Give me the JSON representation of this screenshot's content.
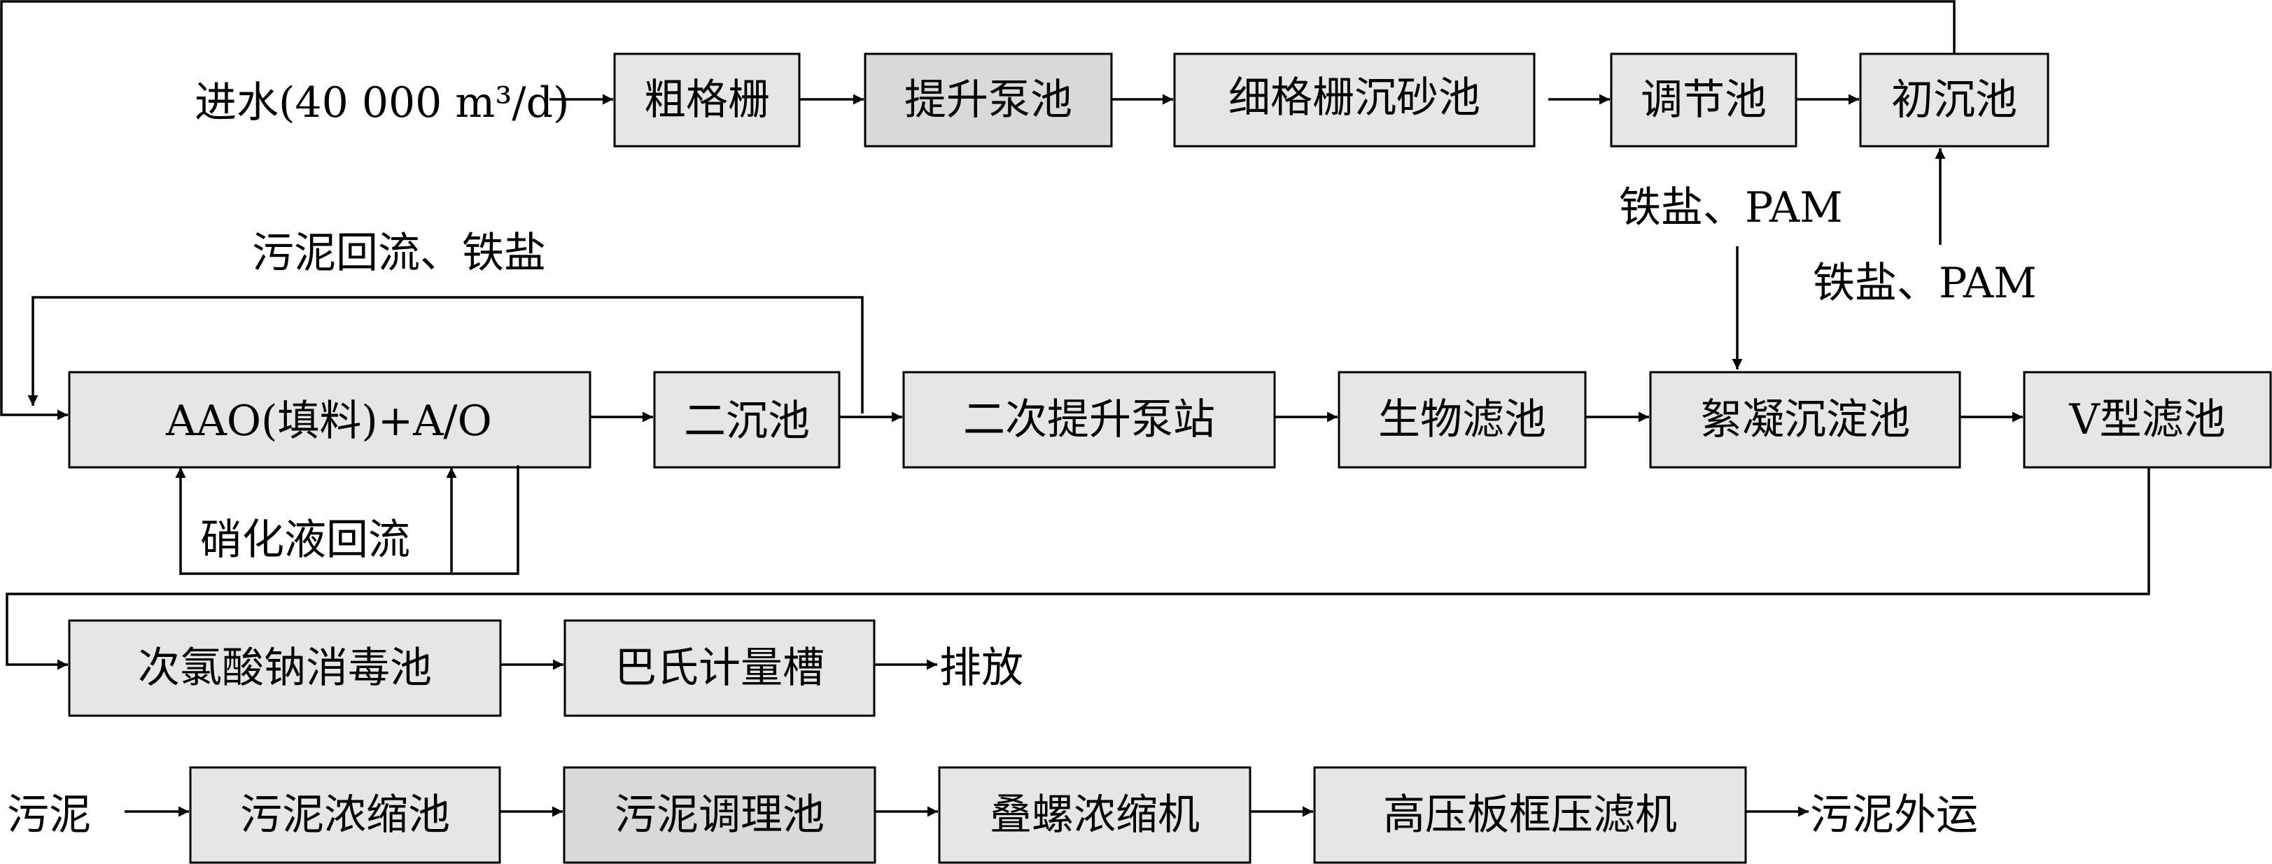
{
  "nodes": {
    "inflow": "进水(40 000 m³/d)",
    "coarse_screen": "粗格栅",
    "lift_pump": "提升泵池",
    "fine_screen_grit": "细格栅沉砂池",
    "equalization": "调节池",
    "primary_clarifier": "初沉池",
    "aao": "AAO(填料)+A/O",
    "secondary_clarifier": "二沉池",
    "second_lift_pump": "二次提升泵站",
    "biofilter": "生物滤池",
    "coag_sedimentation": "絮凝沉淀池",
    "v_filter": "V型滤池",
    "hypochlorite": "次氯酸钠消毒池",
    "parshall": "巴氏计量槽",
    "discharge": "排放",
    "sludge": "污泥",
    "sludge_thickener": "污泥浓缩池",
    "sludge_conditioning": "污泥调理池",
    "screw_thickener": "叠螺浓缩机",
    "filter_press": "高压板框压滤机",
    "sludge_out": "污泥外运"
  },
  "labels": {
    "sludge_return": "污泥回流、铁盐",
    "nitrification_return": "硝化液回流",
    "dosing_coag": "铁盐、PAM",
    "dosing_primary": "铁盐、PAM"
  }
}
